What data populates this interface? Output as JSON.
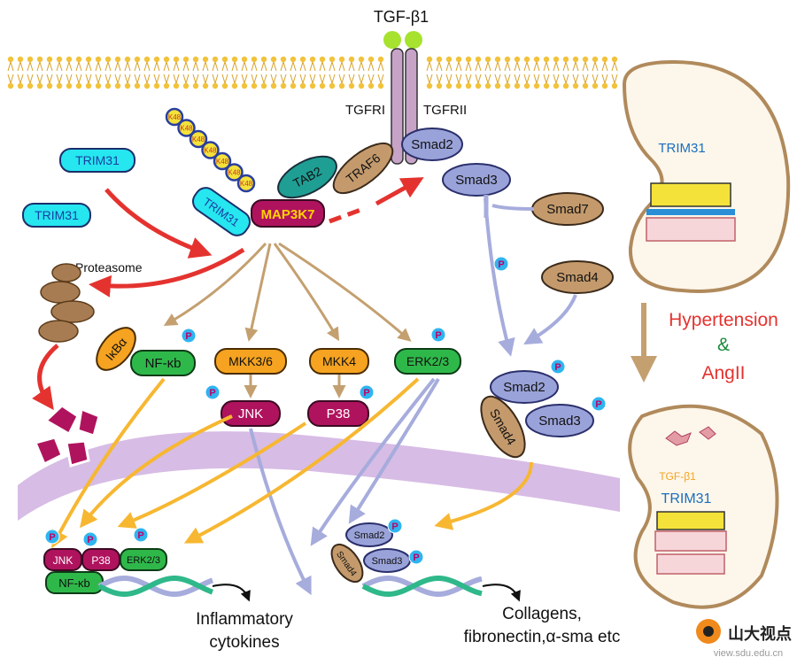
{
  "ligand": {
    "label": "TGF-β1"
  },
  "receptors": {
    "type1": "TGFRI",
    "type2": "TGFRII"
  },
  "ubiquitin": {
    "label": "K48",
    "count": 7
  },
  "trim31_left": {
    "label1": "TRIM31",
    "label2": "TRIM31",
    "bound": "TRIM31"
  },
  "complex": {
    "tab2": "TAB2",
    "traf6": "TRAF6",
    "map3k7": "MAP3K7"
  },
  "proteasome": {
    "label": "Proteasome"
  },
  "nfkb_branch": {
    "ikba": "IκBα",
    "nfkb": "NF-κb"
  },
  "mapk": {
    "mkk36": "MKK3/6",
    "mkk4": "MKK4",
    "erk23": "ERK2/3",
    "jnk": "JNK",
    "p38": "P38"
  },
  "phospho": {
    "label": "P"
  },
  "smad": {
    "smad2": "Smad2",
    "smad3": "Smad3",
    "smad7": "Smad7",
    "smad4": "Smad4"
  },
  "nucleus": {
    "jnk": "JNK",
    "p38": "P38",
    "erk": "ERK2/3",
    "nfkb": "NF-κb",
    "smad2": "Smad2",
    "smad3": "Smad3",
    "smad4": "Smad4"
  },
  "outputs": {
    "inflammatory_line1": "Inflammatory",
    "inflammatory_line2": "cytokines",
    "collagen_line1": "Collagens,",
    "collagen_line2": "fibronectin,α-sma etc"
  },
  "kidney_top": {
    "label": "TRIM31"
  },
  "condition": {
    "line1": "Hypertension",
    "line2": "&",
    "line3": "AngII"
  },
  "kidney_bottom": {
    "tgf": "TGF-β1",
    "trim31": "TRIM31"
  },
  "watermark": {
    "brand": "山大视点",
    "url": "view.sdu.edu.cn"
  },
  "colors": {
    "trim31": "#26e6f0",
    "map3k7": "#b0135e",
    "brown_node": "#c49a6c",
    "smad_node": "#9aa3d9",
    "ikba": "#f5a320",
    "nfkb_green": "#2fb84a",
    "orange_arrow": "#f7b731",
    "tan_arrow": "#c4a070",
    "red_arrow": "#e4332f",
    "blue_arrow": "#a6acdc",
    "membrane": "#c9a6dc"
  }
}
